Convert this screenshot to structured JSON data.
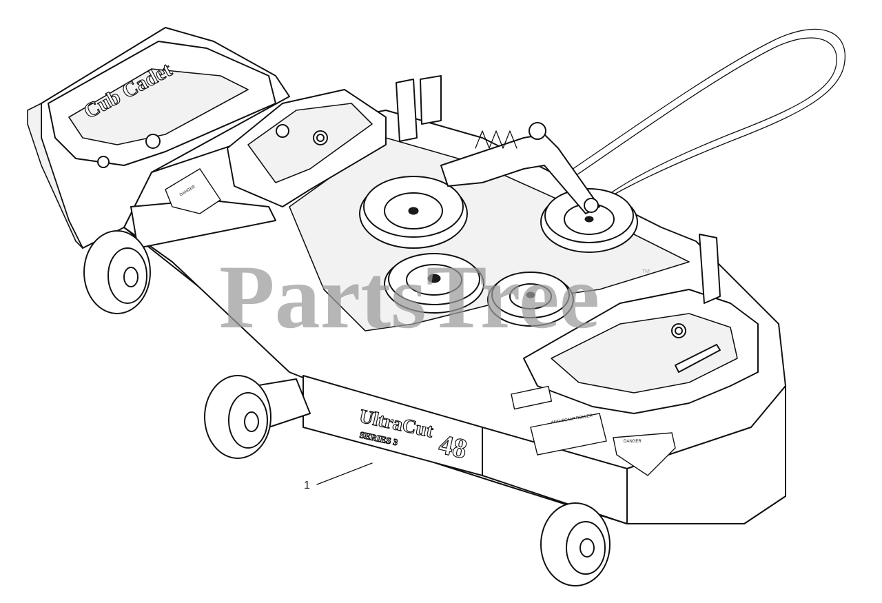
{
  "diagram": {
    "callout_number": "1",
    "watermark": {
      "text": "PartsTree",
      "trademark": "™"
    },
    "deck_brand": {
      "line1": "UltraCut",
      "line2": "SERIES 3",
      "size": "48"
    },
    "decals": {
      "danger_label": "DANGER",
      "spindle_warning": "ANTI-SCALP ROLLER",
      "hood_logo": "Cub Cadet"
    }
  }
}
